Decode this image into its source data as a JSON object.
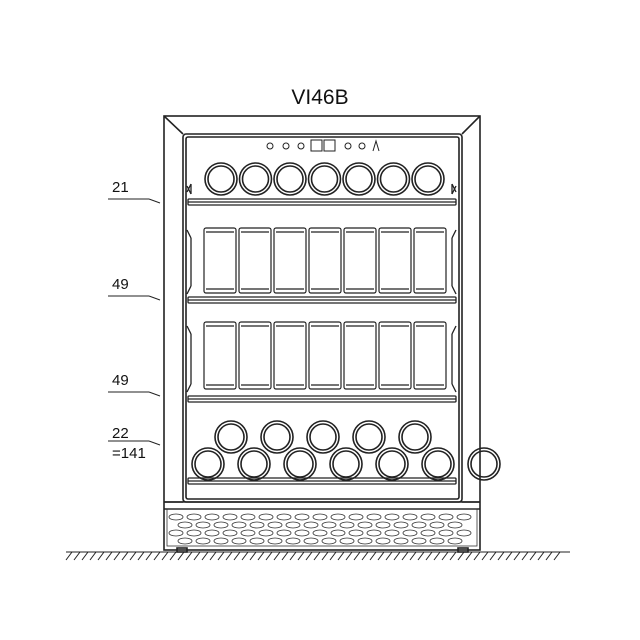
{
  "model_name": "VI46B",
  "shelves": [
    {
      "label": "21"
    },
    {
      "label": "49"
    },
    {
      "label": "49"
    },
    {
      "label": "22"
    }
  ],
  "total_label": "=141",
  "colors": {
    "line": "#222222",
    "background": "#ffffff"
  }
}
